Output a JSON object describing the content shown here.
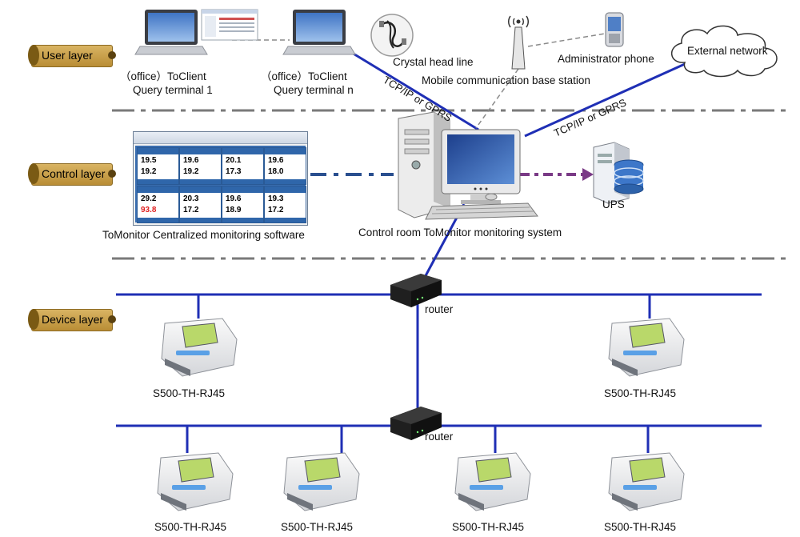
{
  "layers": {
    "user": "User layer",
    "control": "Control layer",
    "device": "Device layer"
  },
  "user_layer": {
    "terminal1_line1": "（office）ToClient",
    "terminal1_line2": "Query terminal 1",
    "terminaln_line1": "（office）ToClient",
    "terminaln_line2": "Query terminal n",
    "crystal_head": "Crystal head line",
    "base_station": "Mobile communication base station",
    "admin_phone": "Administrator phone",
    "external_network": "External network",
    "tcpip_left": "TCP/IP or GPRS",
    "tcpip_right": "TCP/IP or GPRS"
  },
  "control_layer": {
    "software_label": "ToMonitor Centralized monitoring software",
    "system_label": "Control room ToMonitor monitoring system",
    "ups_label": "UPS",
    "software_readings": [
      {
        "t": "19.5",
        "h": "19.2"
      },
      {
        "t": "19.6",
        "h": "19.2"
      },
      {
        "t": "20.1",
        "h": "17.3"
      },
      {
        "t": "19.6",
        "h": "18.0"
      },
      {
        "t": "29.2",
        "h": "93.8"
      },
      {
        "t": "20.3",
        "h": "17.2"
      },
      {
        "t": "19.6",
        "h": "18.9"
      },
      {
        "t": "19.3",
        "h": "17.2"
      }
    ]
  },
  "device_layer": {
    "router1": "router",
    "router2": "router",
    "devices": [
      "S500-TH-RJ45",
      "S500-TH-RJ45",
      "S500-TH-RJ45",
      "S500-TH-RJ45",
      "S500-TH-RJ45",
      "S500-TH-RJ45"
    ]
  },
  "colors": {
    "network_line": "#1f2fb5",
    "dash_gray": "#7a7a7a",
    "ups_arrow": "#7a3a86",
    "control_link": "#2a4f8f",
    "layer_tag": "#c9a14a"
  }
}
